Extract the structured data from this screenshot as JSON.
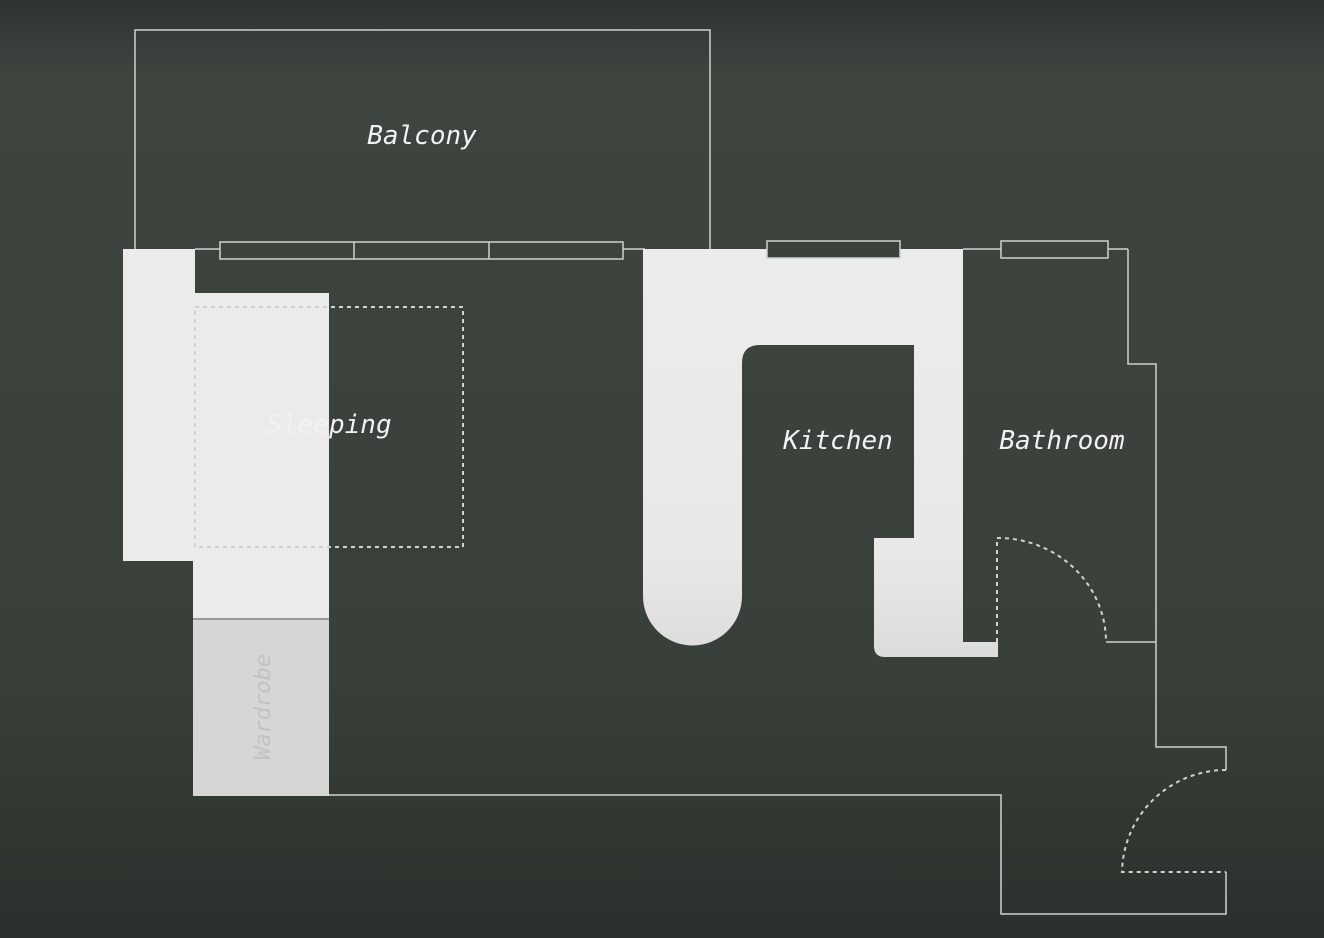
{
  "rooms": {
    "balcony": "Balcony",
    "sleeping": "Sleeping",
    "kitchen": "Kitchen",
    "bathroom": "Bathroom",
    "wardrobe": "Wardrobe"
  },
  "colors": {
    "background_top": "#3e443e",
    "background_bottom": "#2e322e",
    "walls": "#cfd2cd",
    "furniture": "#ebebeb",
    "wardrobe": "#d6d6d6"
  }
}
